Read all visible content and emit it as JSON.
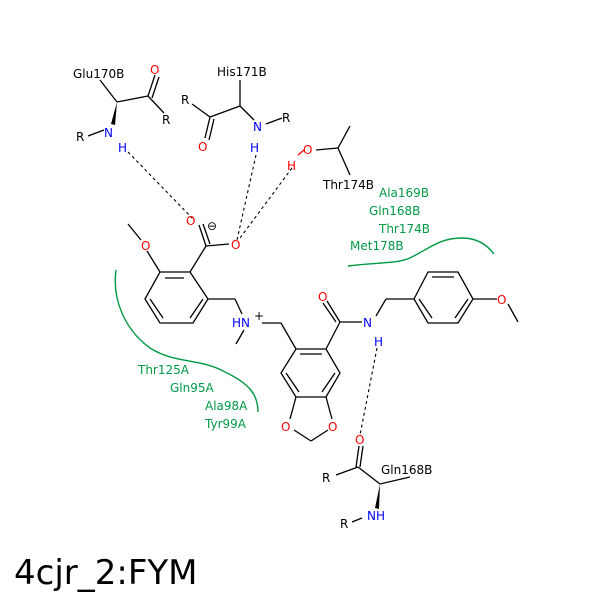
{
  "colors": {
    "bond": "#000000",
    "oxygen": "#ff0000",
    "nitrogen": "#0000ff",
    "hydrophobic": "#009a44",
    "title": "#000000"
  },
  "title": "4cjr_2:FYM",
  "residues": {
    "glu170b": "Glu170B",
    "his171b": "His171B",
    "thr174b": "Thr174B",
    "gln168b": "Gln168B"
  },
  "hydrophobic_groups": [
    {
      "labels": [
        "Ala169B",
        "Gln168B",
        "Thr174B",
        "Met178B"
      ]
    },
    {
      "labels": [
        "Thr125A",
        "Gln95A",
        "Ala98A",
        "Tyr99A"
      ]
    }
  ],
  "atoms": {
    "O": "O",
    "N": "N",
    "H": "H",
    "R": "R",
    "NH": "NH",
    "HN_plus": "HN",
    "plus": "+",
    "minus": "⊖"
  }
}
